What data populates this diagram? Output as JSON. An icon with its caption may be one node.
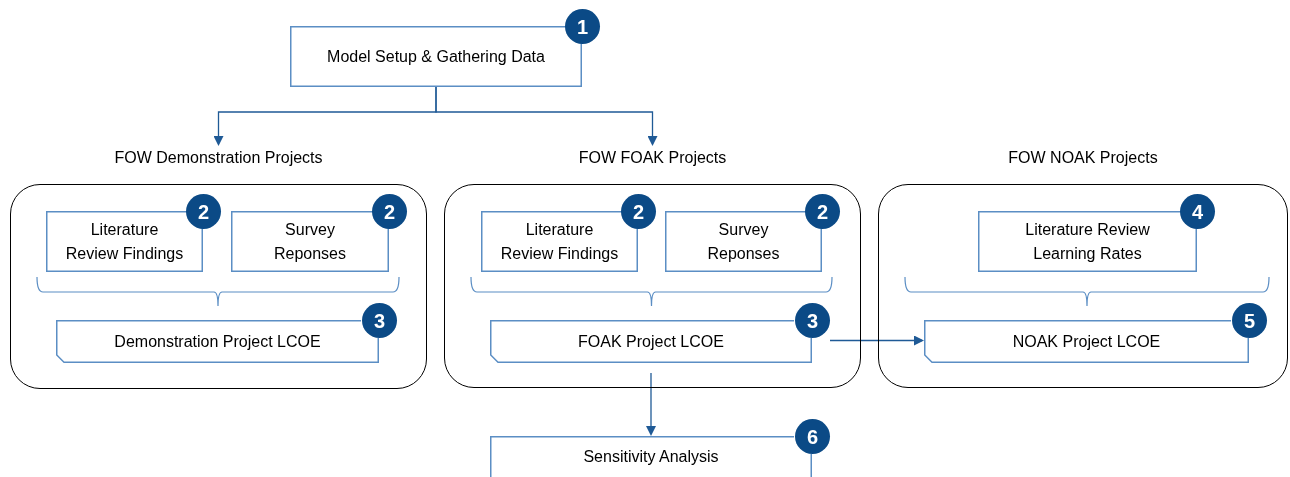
{
  "diagram": {
    "nodes": [
      {
        "text": [
          "Model Setup & Gathering Data",
          "1"
        ]
      },
      {
        "text": [
          "FOW Demonstration Projects"
        ]
      },
      {
        "text": [
          "Literature Review Findings",
          "2"
        ],
        "in": 1
      },
      {
        "text": [
          "Survey Reponses",
          "2"
        ],
        "in": 1
      },
      {
        "text": [
          "Demonstration Project LCOE",
          "3"
        ],
        "in": 1
      },
      {
        "text": [
          "FOW FOAK Projects"
        ]
      },
      {
        "text": [
          "Literature Review Findings",
          "2"
        ],
        "in": 5
      },
      {
        "text": [
          "Survey Reponses",
          "2"
        ],
        "in": 5
      },
      {
        "text": [
          "FOAK Project LCOE",
          "3"
        ],
        "in": 5
      },
      {
        "text": [
          "FOW NOAK Projects"
        ]
      },
      {
        "text": [
          "Literature Review Learning Rates",
          "4"
        ],
        "in": 9
      },
      {
        "text": [
          "NOAK Project LCOE",
          "5"
        ],
        "in": 9
      },
      {
        "text": [
          "Sensitivity Analysis",
          "6"
        ]
      }
    ],
    "edges": [
      {
        "from": 0,
        "to": 1,
        "arrow": "to"
      },
      {
        "from": 0,
        "to": 5,
        "arrow": "to"
      },
      {
        "from": 8,
        "to": 11,
        "arrow": "to"
      },
      {
        "from": 8,
        "to": 12,
        "arrow": "to"
      }
    ]
  }
}
